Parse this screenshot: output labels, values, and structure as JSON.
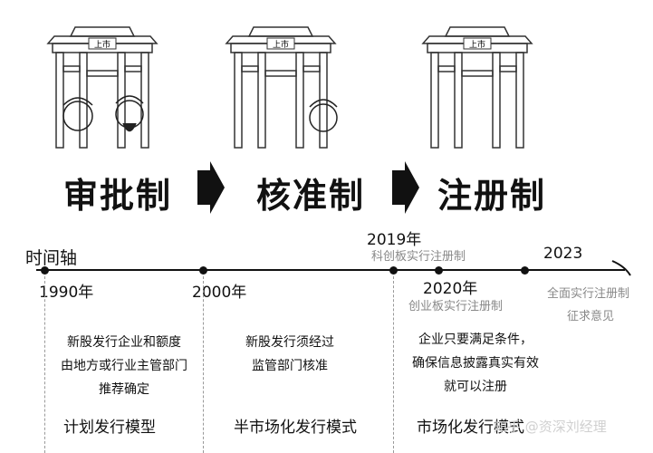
{
  "gate_sign": "上市",
  "stages": [
    {
      "title": "审批制",
      "mode": "计划发行模型",
      "desc": [
        "新股发行企业和额度",
        "由地方或行业主管部门",
        "推荐确定"
      ]
    },
    {
      "title": "核准制",
      "mode": "半市场化发行模式",
      "desc": [
        "新股发行须经过",
        "监管部门核准"
      ]
    },
    {
      "title": "注册制",
      "mode": "市场化发行模式",
      "desc": [
        "企业只要满足条件，",
        "确保信息披露真实有效",
        "就可以注册"
      ]
    }
  ],
  "timeline": {
    "label": "时间轴",
    "events": [
      {
        "year": "1990年"
      },
      {
        "year": "2000年"
      },
      {
        "year": "2019年",
        "note": "科创板实行注册制"
      },
      {
        "year": "2020年",
        "note": "创业板实行注册制"
      },
      {
        "year": "2023",
        "note_lines": [
          "全面实行注册制",
          "征求意见"
        ]
      }
    ]
  },
  "watermark": "知乎 @资深刘经理"
}
